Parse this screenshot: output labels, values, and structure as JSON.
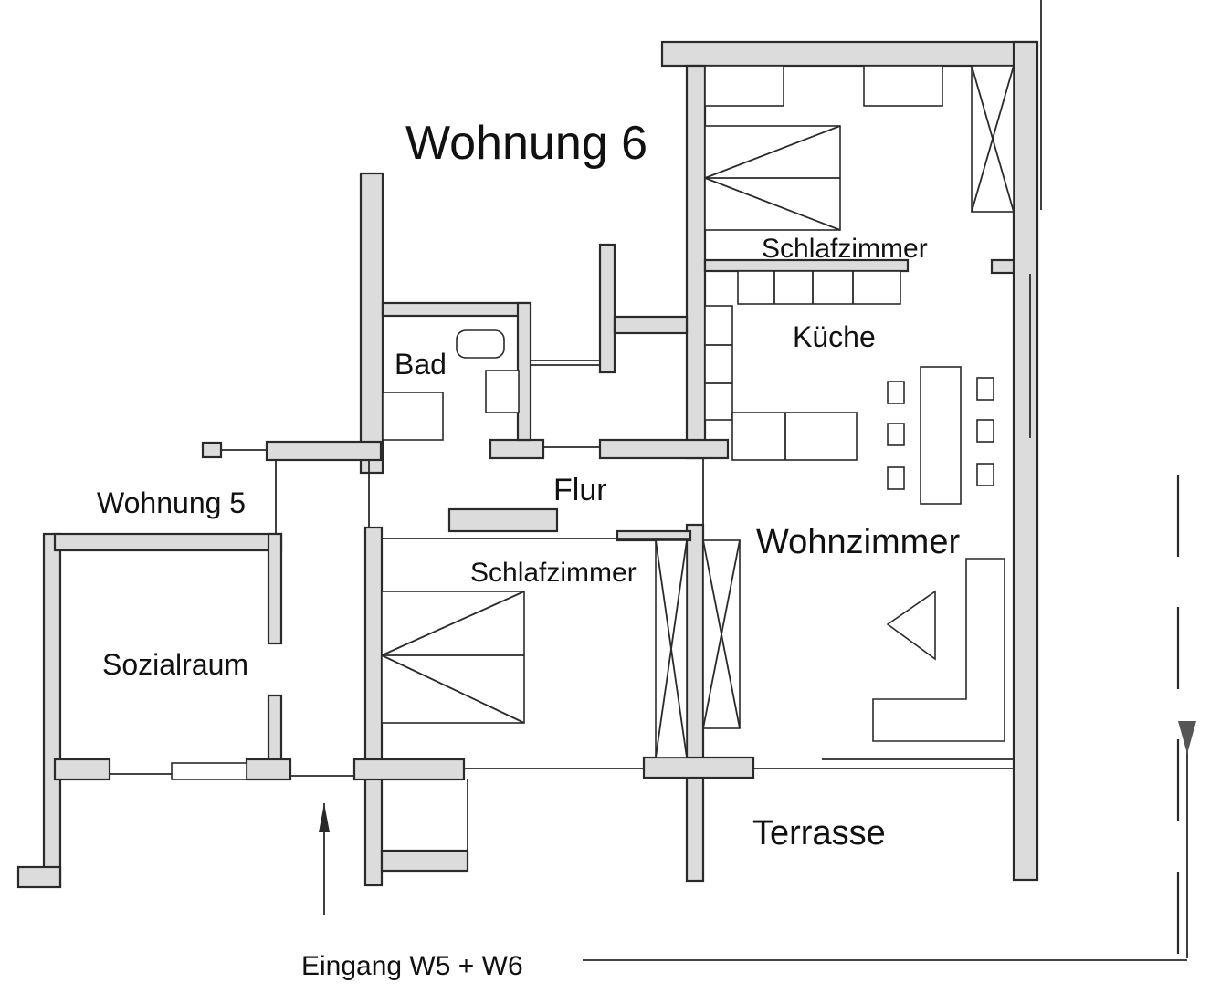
{
  "title": "Wohnung 6",
  "rooms": {
    "wohnung5": "Wohnung 5",
    "bad": "Bad",
    "schlafzimmer_top": "Schlafzimmer",
    "kueche": "Küche",
    "flur": "Flur",
    "wohnzimmer": "Wohnzimmer",
    "schlafzimmer_bottom": "Schlafzimmer",
    "sozialraum": "Sozialraum",
    "terrasse": "Terrasse"
  },
  "entrance": "Eingang W5 + W6"
}
